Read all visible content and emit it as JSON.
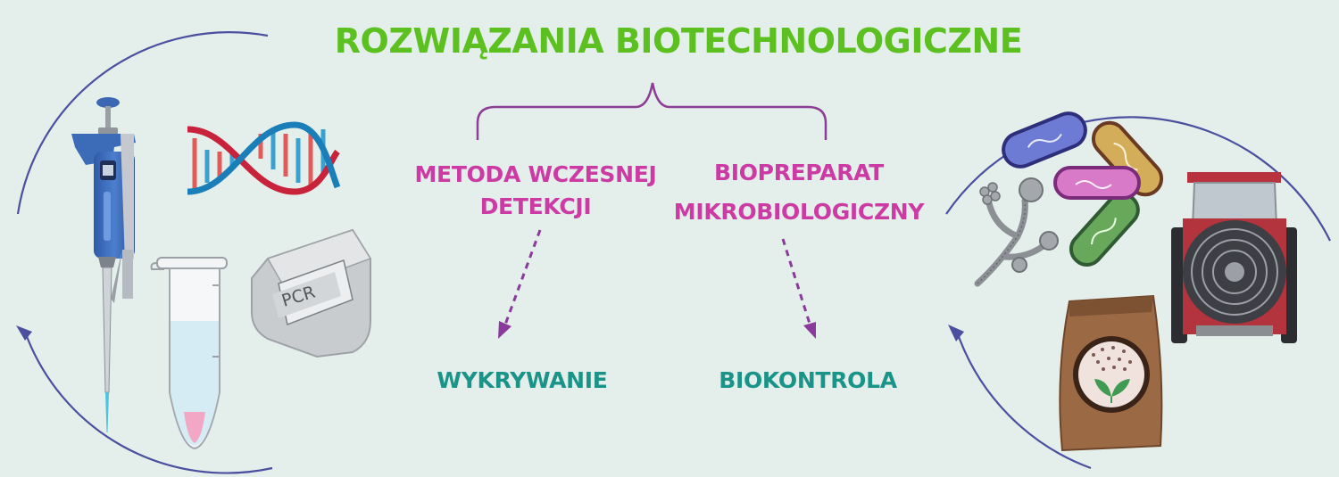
{
  "title": "ROZWIĄZANIA BIOTECHNOLOGICZNE",
  "branches": {
    "left": {
      "line1": "METODA WCZESNEJ",
      "line2": "DETEKCJI",
      "result": "WYKRYWANIE"
    },
    "right": {
      "line1": "BIOPREPARAT",
      "line2": "MIKROBIOLOGICZNY",
      "result": "BIOKONTROLA"
    }
  },
  "icons": {
    "left_cycle": [
      "pipette-icon",
      "dna-icon",
      "tube-icon",
      "pcr-machine-icon"
    ],
    "right_cycle": [
      "bacteria-icon",
      "fungus-icon",
      "tractor-sprayer-icon",
      "seed-bag-icon"
    ]
  },
  "pcr_label": "PCR",
  "colors": {
    "title": "#5cc120",
    "branch": "#cc3aa3",
    "result": "#1a9488",
    "bracket": "#8e3d96",
    "arrow": "#8a3a9a",
    "cycle": "#4a4fa0",
    "background": "#e4efeb"
  }
}
